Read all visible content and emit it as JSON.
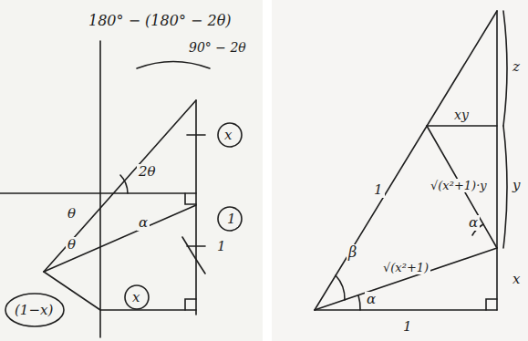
{
  "diagram": {
    "labels": [
      "180° − (180° − 2θ)",
      "90° − 2θ",
      "2θ",
      "θ",
      "θ",
      "α",
      "1",
      "x",
      "(1−x)",
      "x",
      "1",
      "z",
      "y",
      "x",
      "1",
      "α",
      "β",
      "1",
      "√(x²+1)",
      "√(x²+1)·y",
      "α",
      "xy"
    ]
  }
}
